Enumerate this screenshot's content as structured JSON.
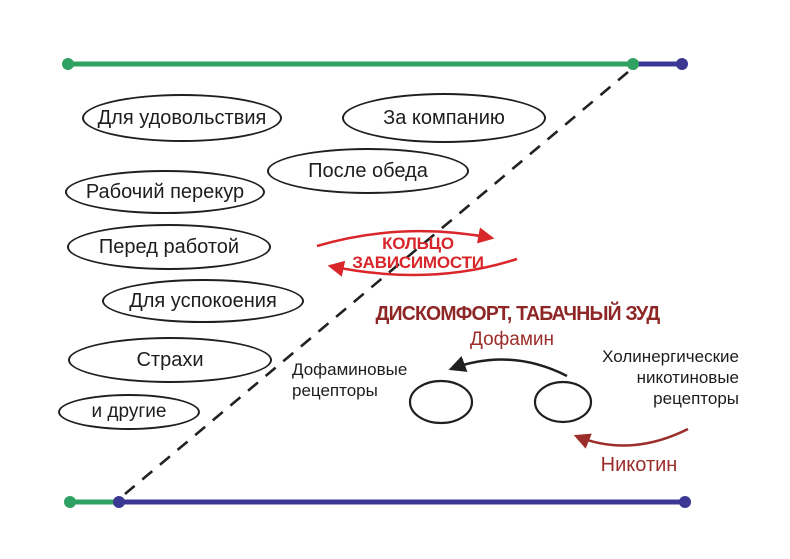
{
  "diagram": {
    "reasons": [
      {
        "label": "Для удовольствия"
      },
      {
        "label": "За компанию"
      },
      {
        "label": "После обеда"
      },
      {
        "label": "Рабочий перекур"
      },
      {
        "label": "Перед работой"
      },
      {
        "label": "Для успокоения"
      },
      {
        "label": "Страхи"
      },
      {
        "label": "и другие"
      }
    ],
    "ring": {
      "line1": "КОЛЬЦО",
      "line2": "ЗАВИСИМОСТИ"
    },
    "discomfort_label": "ДИСКОМФОРТ, ТАБАЧНЫЙ ЗУД",
    "dopamine_label": "Дофамин",
    "dopamine_receptors_label": "Дофаминовые\nрецепторы",
    "cholinergic_receptors_label": "Холинергические\nникотиновые\nрецепторы",
    "nicotine_label": "Никотин",
    "colors": {
      "green": "#2fa263",
      "blue": "#3b3894",
      "red": "#d9262b",
      "maroon": "#9b2d2a",
      "ink": "#1f1f1f"
    }
  }
}
